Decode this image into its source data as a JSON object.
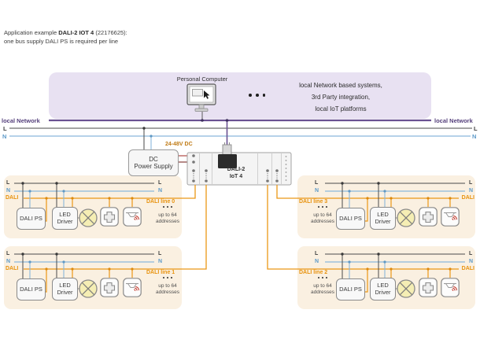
{
  "header": {
    "prefix": "Application example ",
    "product": "DALI-2 IOT 4",
    "suffix": " (22176625):",
    "line2": "one bus supply DALI PS  is required per line"
  },
  "network_panel": {
    "pc_label": "Personal Computer",
    "description_line1": "local Network based systems,",
    "description_line2": "3rd Party integration,",
    "description_line3": "local IoT platforms"
  },
  "bus_labels": {
    "local_network_left": "local Network",
    "local_network_right": "local Network",
    "l_left": "L",
    "l_right": "L",
    "n_left": "N",
    "n_right": "N"
  },
  "power_supply": {
    "line1": "DC",
    "line2": "Power Supply",
    "voltage": "24-48V DC"
  },
  "gateway": {
    "name_line1": "DALI-2",
    "name_line2": "IoT 4"
  },
  "dali_lines": [
    {
      "l_left": "L",
      "n_left": "N",
      "l_right": "L",
      "n_right": "N",
      "dali_label": "DALI",
      "line_label": "DALI line 0",
      "ps_label": "DALI PS",
      "driver_label": "LED Driver",
      "capacity": "up to 64 addresses"
    },
    {
      "l_left": "L",
      "n_left": "N",
      "l_right": "L",
      "n_right": "N",
      "dali_label": "DALI",
      "line_label": "DALI line 1",
      "ps_label": "DALI PS",
      "driver_label": "LED Driver",
      "capacity": "up to 64 addresses"
    },
    {
      "l_left": "L",
      "n_left": "N",
      "l_right": "L",
      "n_right": "N",
      "dali_label": "DALI",
      "line_label": "DALI line 2",
      "ps_label": "DALI PS",
      "driver_label": "LED Driver",
      "capacity": "up to 64 addresses"
    },
    {
      "l_left": "L",
      "n_left": "N",
      "l_right": "L",
      "n_right": "N",
      "dali_label": "DALI",
      "line_label": "DALI line 3",
      "ps_label": "DALI PS",
      "driver_label": "LED Driver",
      "capacity": "up to 64 addresses"
    }
  ],
  "colors": {
    "purple_panel": "#e8e1f2",
    "network_line": "#6a5192",
    "l_line": "#4a4a4a",
    "n_line": "#8ab8dc",
    "dali_line": "#eb9716",
    "beige_panel": "#faf0e1",
    "lamp_fill": "#f5eeb4",
    "sensor_wave": "#c23b2e",
    "dc_wire_plus": "#b5504c",
    "dc_wire_minus": "#8a4340"
  }
}
